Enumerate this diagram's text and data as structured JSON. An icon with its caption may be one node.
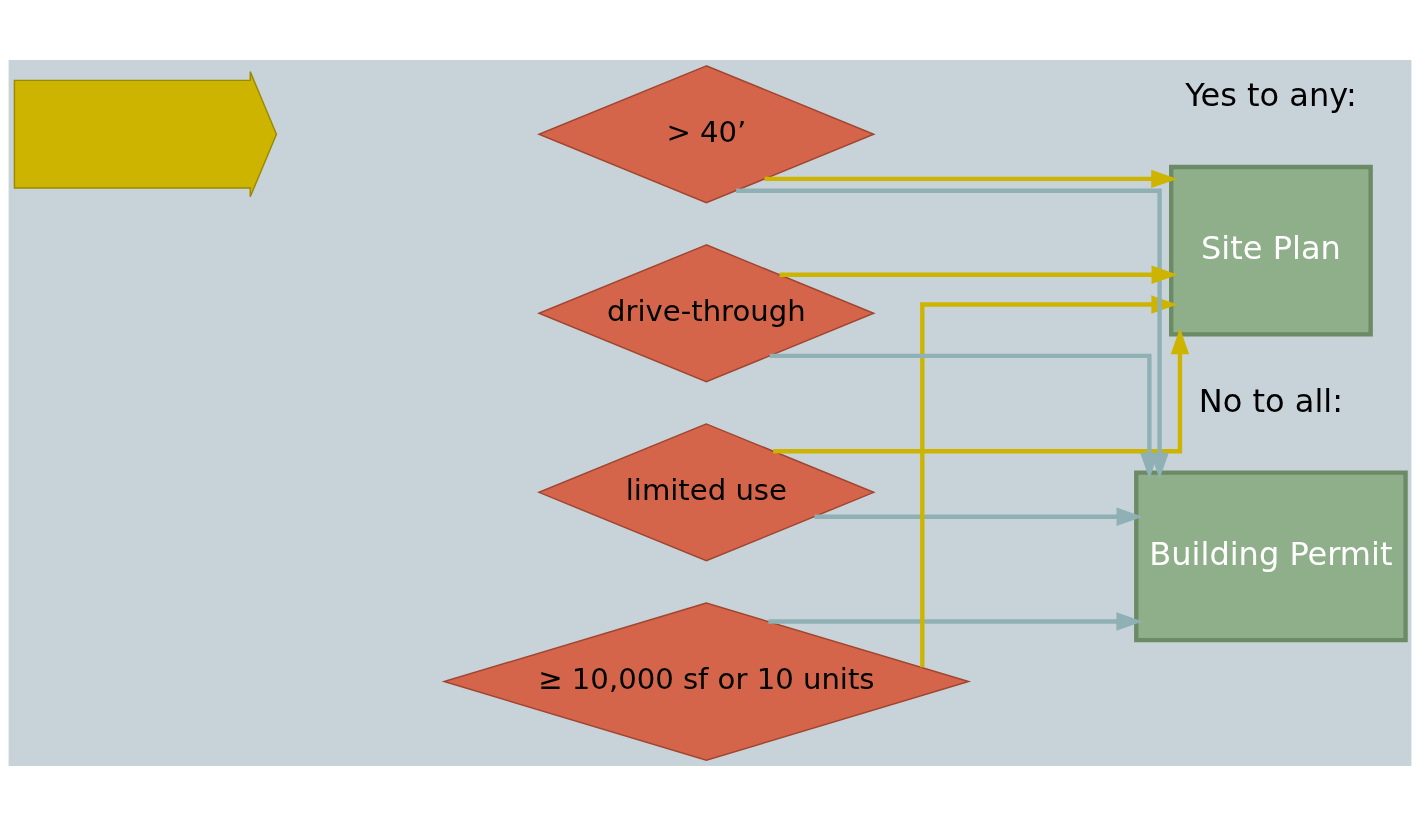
{
  "diagram": {
    "nodes": [
      {
        "text": [
          "limited use"
        ]
      },
      {
        "text": [
          "≥ 10,000 sf or 10 units"
        ]
      },
      {
        "text": [
          "> 40’"
        ]
      },
      {
        "text": [
          "drive-through"
        ]
      },
      {
        "text": [
          "Building Permit"
        ]
      },
      {
        "text": [
          "Site Plan"
        ]
      },
      {
        "text": [],
        "shape": "arrow"
      }
    ],
    "edges": [
      {
        "from": 0,
        "to": 4,
        "arrow": "to",
        "color": "#8fb0b4"
      },
      {
        "from": 1,
        "to": 4,
        "arrow": "to",
        "color": "#8fb0b4"
      },
      {
        "from": 2,
        "to": 4,
        "arrow": "to",
        "color": "#8fb0b4"
      },
      {
        "from": 3,
        "to": 4,
        "arrow": "to",
        "color": "#8fb0b4"
      },
      {
        "from": 0,
        "to": 5,
        "arrow": "to",
        "color": "#cdb400"
      },
      {
        "from": 1,
        "to": 5,
        "arrow": "to",
        "color": "#cdb400"
      },
      {
        "from": 2,
        "to": 5,
        "arrow": "to",
        "color": "#cdb400"
      },
      {
        "from": 3,
        "to": 5,
        "arrow": "to",
        "color": "#cdb400"
      }
    ],
    "labels": [
      "No to all:",
      "Yes to any:"
    ]
  }
}
